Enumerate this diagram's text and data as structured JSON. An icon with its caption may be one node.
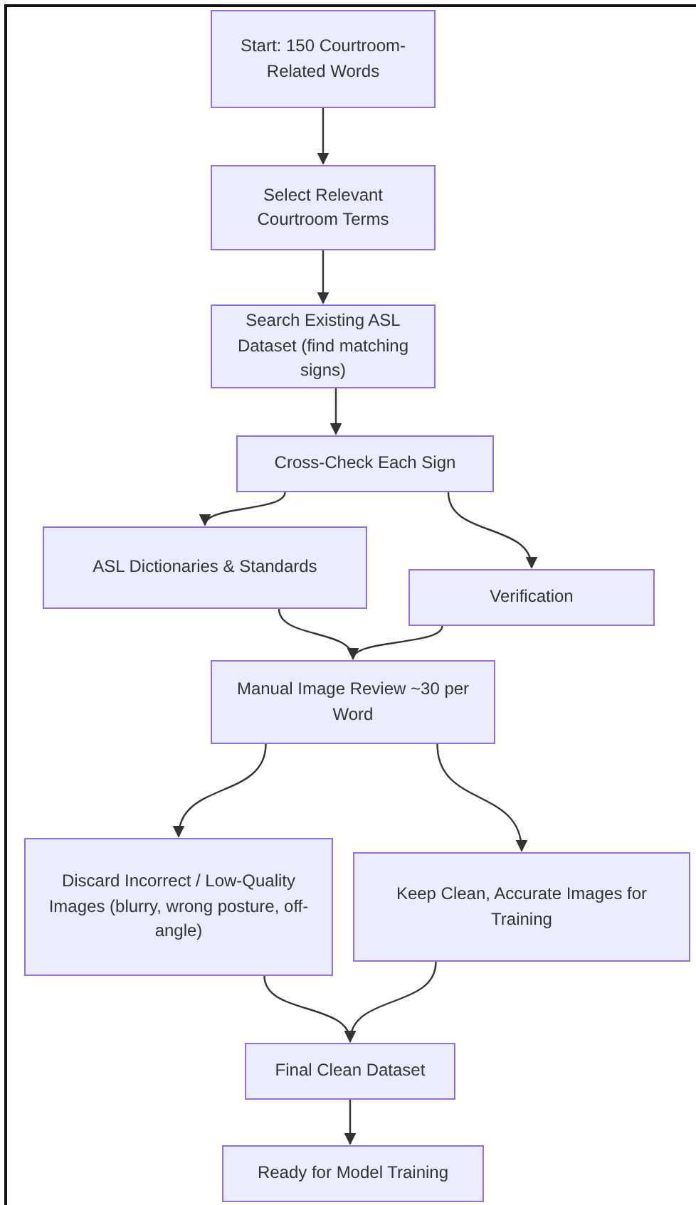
{
  "diagram": {
    "nodes": [
      {
        "text": [
          "Start: 150 Courtroom-Related Words"
        ]
      },
      {
        "text": [
          "Select Relevant Courtroom Terms"
        ]
      },
      {
        "text": [
          "Search Existing ASL Dataset (find matching signs)"
        ]
      },
      {
        "text": [
          "Cross-Check Each Sign"
        ]
      },
      {
        "text": [
          "ASL Dictionaries & Standards"
        ]
      },
      {
        "text": [
          "Verification"
        ]
      },
      {
        "text": [
          "Manual Image Review ~30 per Word"
        ]
      },
      {
        "text": [
          "Discard Incorrect / Low-Quality Images (blurry, wrong posture, off-angle)"
        ]
      },
      {
        "text": [
          "Keep Clean, Accurate Images for Training"
        ]
      },
      {
        "text": [
          "Final Clean Dataset"
        ]
      },
      {
        "text": [
          "Ready for Model Training"
        ]
      }
    ],
    "edges": [
      {
        "from": 0,
        "to": 1,
        "arrow": "to"
      },
      {
        "from": 1,
        "to": 2,
        "arrow": "to"
      },
      {
        "from": 2,
        "to": 3,
        "arrow": "to"
      },
      {
        "from": 3,
        "to": 4,
        "arrow": "to"
      },
      {
        "from": 3,
        "to": 5,
        "arrow": "to"
      },
      {
        "from": 4,
        "to": 6,
        "arrow": "to"
      },
      {
        "from": 5,
        "to": 6,
        "arrow": "to"
      },
      {
        "from": 6,
        "to": 7,
        "arrow": "to"
      },
      {
        "from": 6,
        "to": 8,
        "arrow": "to"
      },
      {
        "from": 7,
        "to": 9,
        "arrow": "to"
      },
      {
        "from": 8,
        "to": 9,
        "arrow": "to"
      },
      {
        "from": 9,
        "to": 10,
        "arrow": "to"
      }
    ]
  }
}
